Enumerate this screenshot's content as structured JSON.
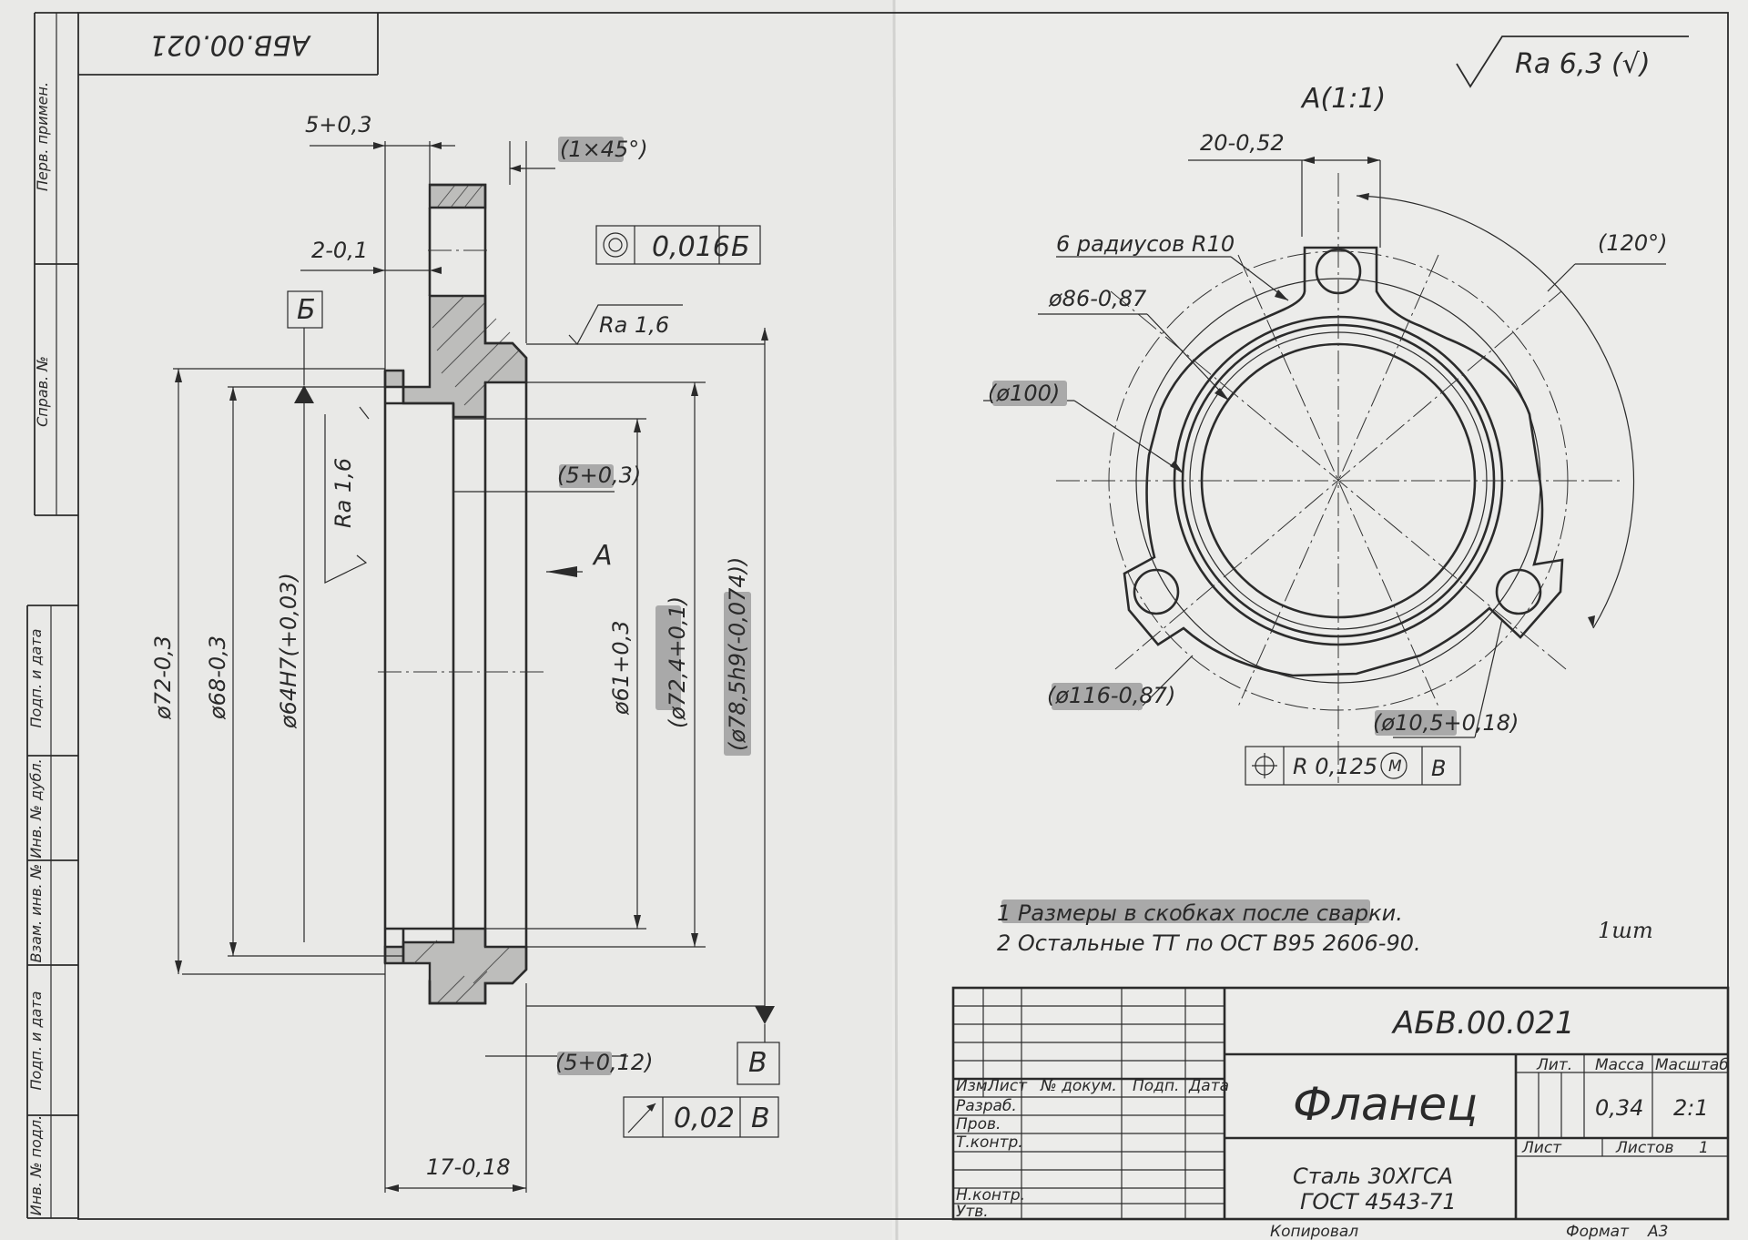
{
  "drawing": {
    "number": "АБВ.00.021",
    "number_rotated": "АБВ.00.021",
    "part_name": "Фланец",
    "material_line1": "Сталь 30ХГСА",
    "material_line2": "ГОСТ 4543-71",
    "roughness_general": "Ra 6,3 (√)",
    "handwritten_qty": "1шт"
  },
  "left_margin_labels": [
    "Перв. примен.",
    "Справ. №",
    "Подп. и дата",
    "Инв. № дубл.",
    "Взам. инв. №",
    "Подп. и дата",
    "Инв. № подл."
  ],
  "section_view": {
    "dim_5": "5+0,3",
    "chamfer": "(1×45°)",
    "dim_2": "2-0,1",
    "datum_b": "Б",
    "datum_v": "В",
    "runout_value": "0,016",
    "runout_datum": "Б",
    "roughness_top": "Ra 1,6",
    "roughness_bore": "Ra 1,6",
    "dim_5_bracket": "(5+0,3)",
    "view_arrow": "А",
    "dia_72": "ø72-0,3",
    "dia_68": "ø68-0,3",
    "dia_64": "ø64H7(+0,03)",
    "dia_61": "ø61+0,3",
    "dia_72_4": "(ø72,4+0,1)",
    "dia_78": "(ø78,5h9(-0,074))",
    "dim_5_012": "(5+0,12)",
    "face_runout_value": "0,02",
    "face_runout_datum": "В",
    "dim_17": "17-0,18"
  },
  "view_a": {
    "title": "А(1:1)",
    "dim_20": "20-0,52",
    "radii_note": "6 радиусов R10",
    "dia_86": "ø86-0,87",
    "dia_100": "(ø100)",
    "angle_120": "(120°)",
    "dia_116": "(ø116-0,87)",
    "dia_hole": "(ø10,5+0,18)",
    "position_tol": "R 0,125",
    "position_mod": "M",
    "position_datum": "В"
  },
  "notes": [
    "1 Размеры в скобках после сварки.",
    "2 Остальные ТТ по ОСТ В95 2606-90."
  ],
  "title_block": {
    "col_headers": [
      "Изм.",
      "Лист",
      "№ докум.",
      "Подп.",
      "Дата"
    ],
    "roles": [
      "Разраб.",
      "Пров.",
      "Т.контр.",
      "",
      "Н.контр.",
      "Утв."
    ],
    "lit_label": "Лит.",
    "mass_label": "Масса",
    "scale_label": "Масштаб",
    "mass_value": "0,34",
    "scale_value": "2:1",
    "sheet_label": "Лист",
    "sheets_label": "Листов",
    "sheets_value": "1",
    "copied_label": "Копировал",
    "format_label": "Формат",
    "format_value": "А3"
  }
}
